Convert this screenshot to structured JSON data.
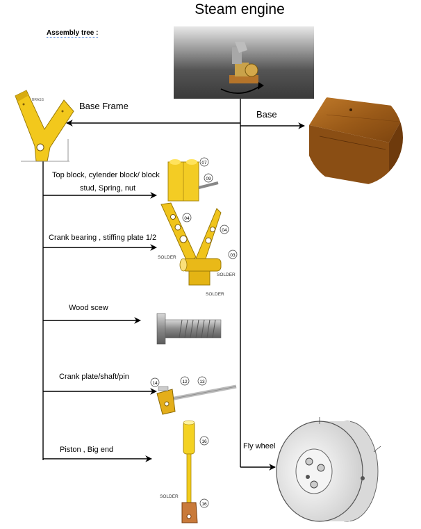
{
  "title": "Steam engine",
  "assembly_label": "Assembly tree :",
  "nodes": {
    "base_frame": "Base Frame",
    "base": "Base",
    "top_block": [
      "Top block, cylender block/ block",
      "stud, Spring, nut"
    ],
    "crank_bearing": "Crank bearing , stiffing plate 1/2",
    "wood_screw": "Wood scew",
    "crank_plate": "Crank plate/shaft/pin",
    "piston": "Piston , Big end",
    "fly_wheel": "Fly wheel"
  },
  "callouts": {
    "top_block": [
      "07",
      "09"
    ],
    "crank_bearing": [
      "04",
      "04",
      "03"
    ],
    "crank_plate": [
      "14",
      "12",
      "13"
    ],
    "piston": [
      "16",
      "16"
    ]
  },
  "part_labels": {
    "solder": "SOLDER",
    "brass": "BRASS"
  },
  "colors": {
    "brass": "#f0c81e",
    "brass_dark": "#b58f0d",
    "wood": "#a0601c",
    "wood_dark": "#6e3c0c",
    "steel": "#8f8f8f",
    "line": "#000000"
  }
}
